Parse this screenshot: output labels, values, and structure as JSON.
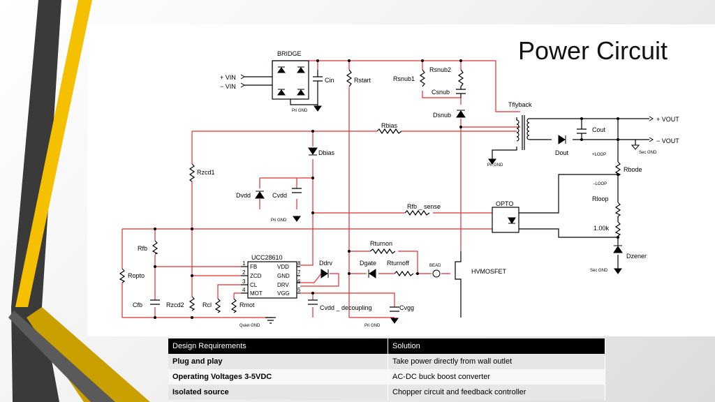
{
  "slide": {
    "title": "Power Circuit",
    "accent_colors": {
      "yellow": "#f5c000",
      "dark_gray": "#3a3a3a",
      "gold": "#c9a000",
      "wire_red": "#e03030"
    }
  },
  "schematic": {
    "labels": {
      "bridge": "BRIDGE",
      "vin_plus": "+ VIN",
      "vin_minus": "− VIN",
      "cin": "Cin",
      "pri_gnd": "Pri GND",
      "rstart": "Rstart",
      "rsnub1": "Rsnub1",
      "rsnub2": "Rsnub2",
      "csnub": "Csnub",
      "dsnub": "Dsnub",
      "tflyback": "Tflyback",
      "vout_plus": "+ VOUT",
      "vout_minus": "− VOUT",
      "cout": "Cout",
      "dout": "Dout",
      "sec_gnd": "Sec GND",
      "loop_plus": "+LOOP",
      "loop_minus": "−LOOP",
      "rbode": "Rbode",
      "rloop": "Rloop",
      "r_1k": "1.00k",
      "dzener": "Dzener",
      "opto": "OPTO",
      "rbias": "Rbias",
      "dbias": "Dbias",
      "rzcd1": "Rzcd1",
      "dvdd": "Dvdd",
      "cvdd": "Cvdd",
      "rfb_sense": "Rfb _ sense",
      "rfb": "Rfb",
      "ropto": "Ropto",
      "cfb": "Cfb",
      "rzcd2": "Rzcd2",
      "rcl": "Rcl",
      "rmot": "Rmot",
      "ic": "UCC28610",
      "quiet_gnd": "Quiet GND",
      "rturnon": "Rturnon",
      "ddrv": "Ddrv",
      "dgate": "Dgate",
      "rturnoff": "Rturnoff",
      "bead": "BEAD",
      "hvmosfet": "HVMOSFET",
      "cvdd_decoupling": "Cvdd _ decoupling",
      "cvgg": "Cvgg"
    },
    "ic_pins": {
      "fb": "FB",
      "zcd": "ZCD",
      "cl": "CL",
      "mot": "MOT",
      "vdd": "VDD",
      "gnd": "GND",
      "drv": "DRV",
      "vgg": "VGG",
      "n1": "1",
      "n2": "2",
      "n3": "3",
      "n4": "4",
      "n8": "8",
      "n7": "7",
      "n6": "6",
      "n5": "5"
    }
  },
  "table": {
    "headers": [
      "Design Requirements",
      "Solution"
    ],
    "rows": [
      [
        "Plug and play",
        "Take power directly from wall outlet"
      ],
      [
        "Operating Voltages 3-5VDC",
        "AC-DC  buck boost converter"
      ],
      [
        "Isolated source",
        "Chopper circuit and feedback controller"
      ]
    ]
  }
}
